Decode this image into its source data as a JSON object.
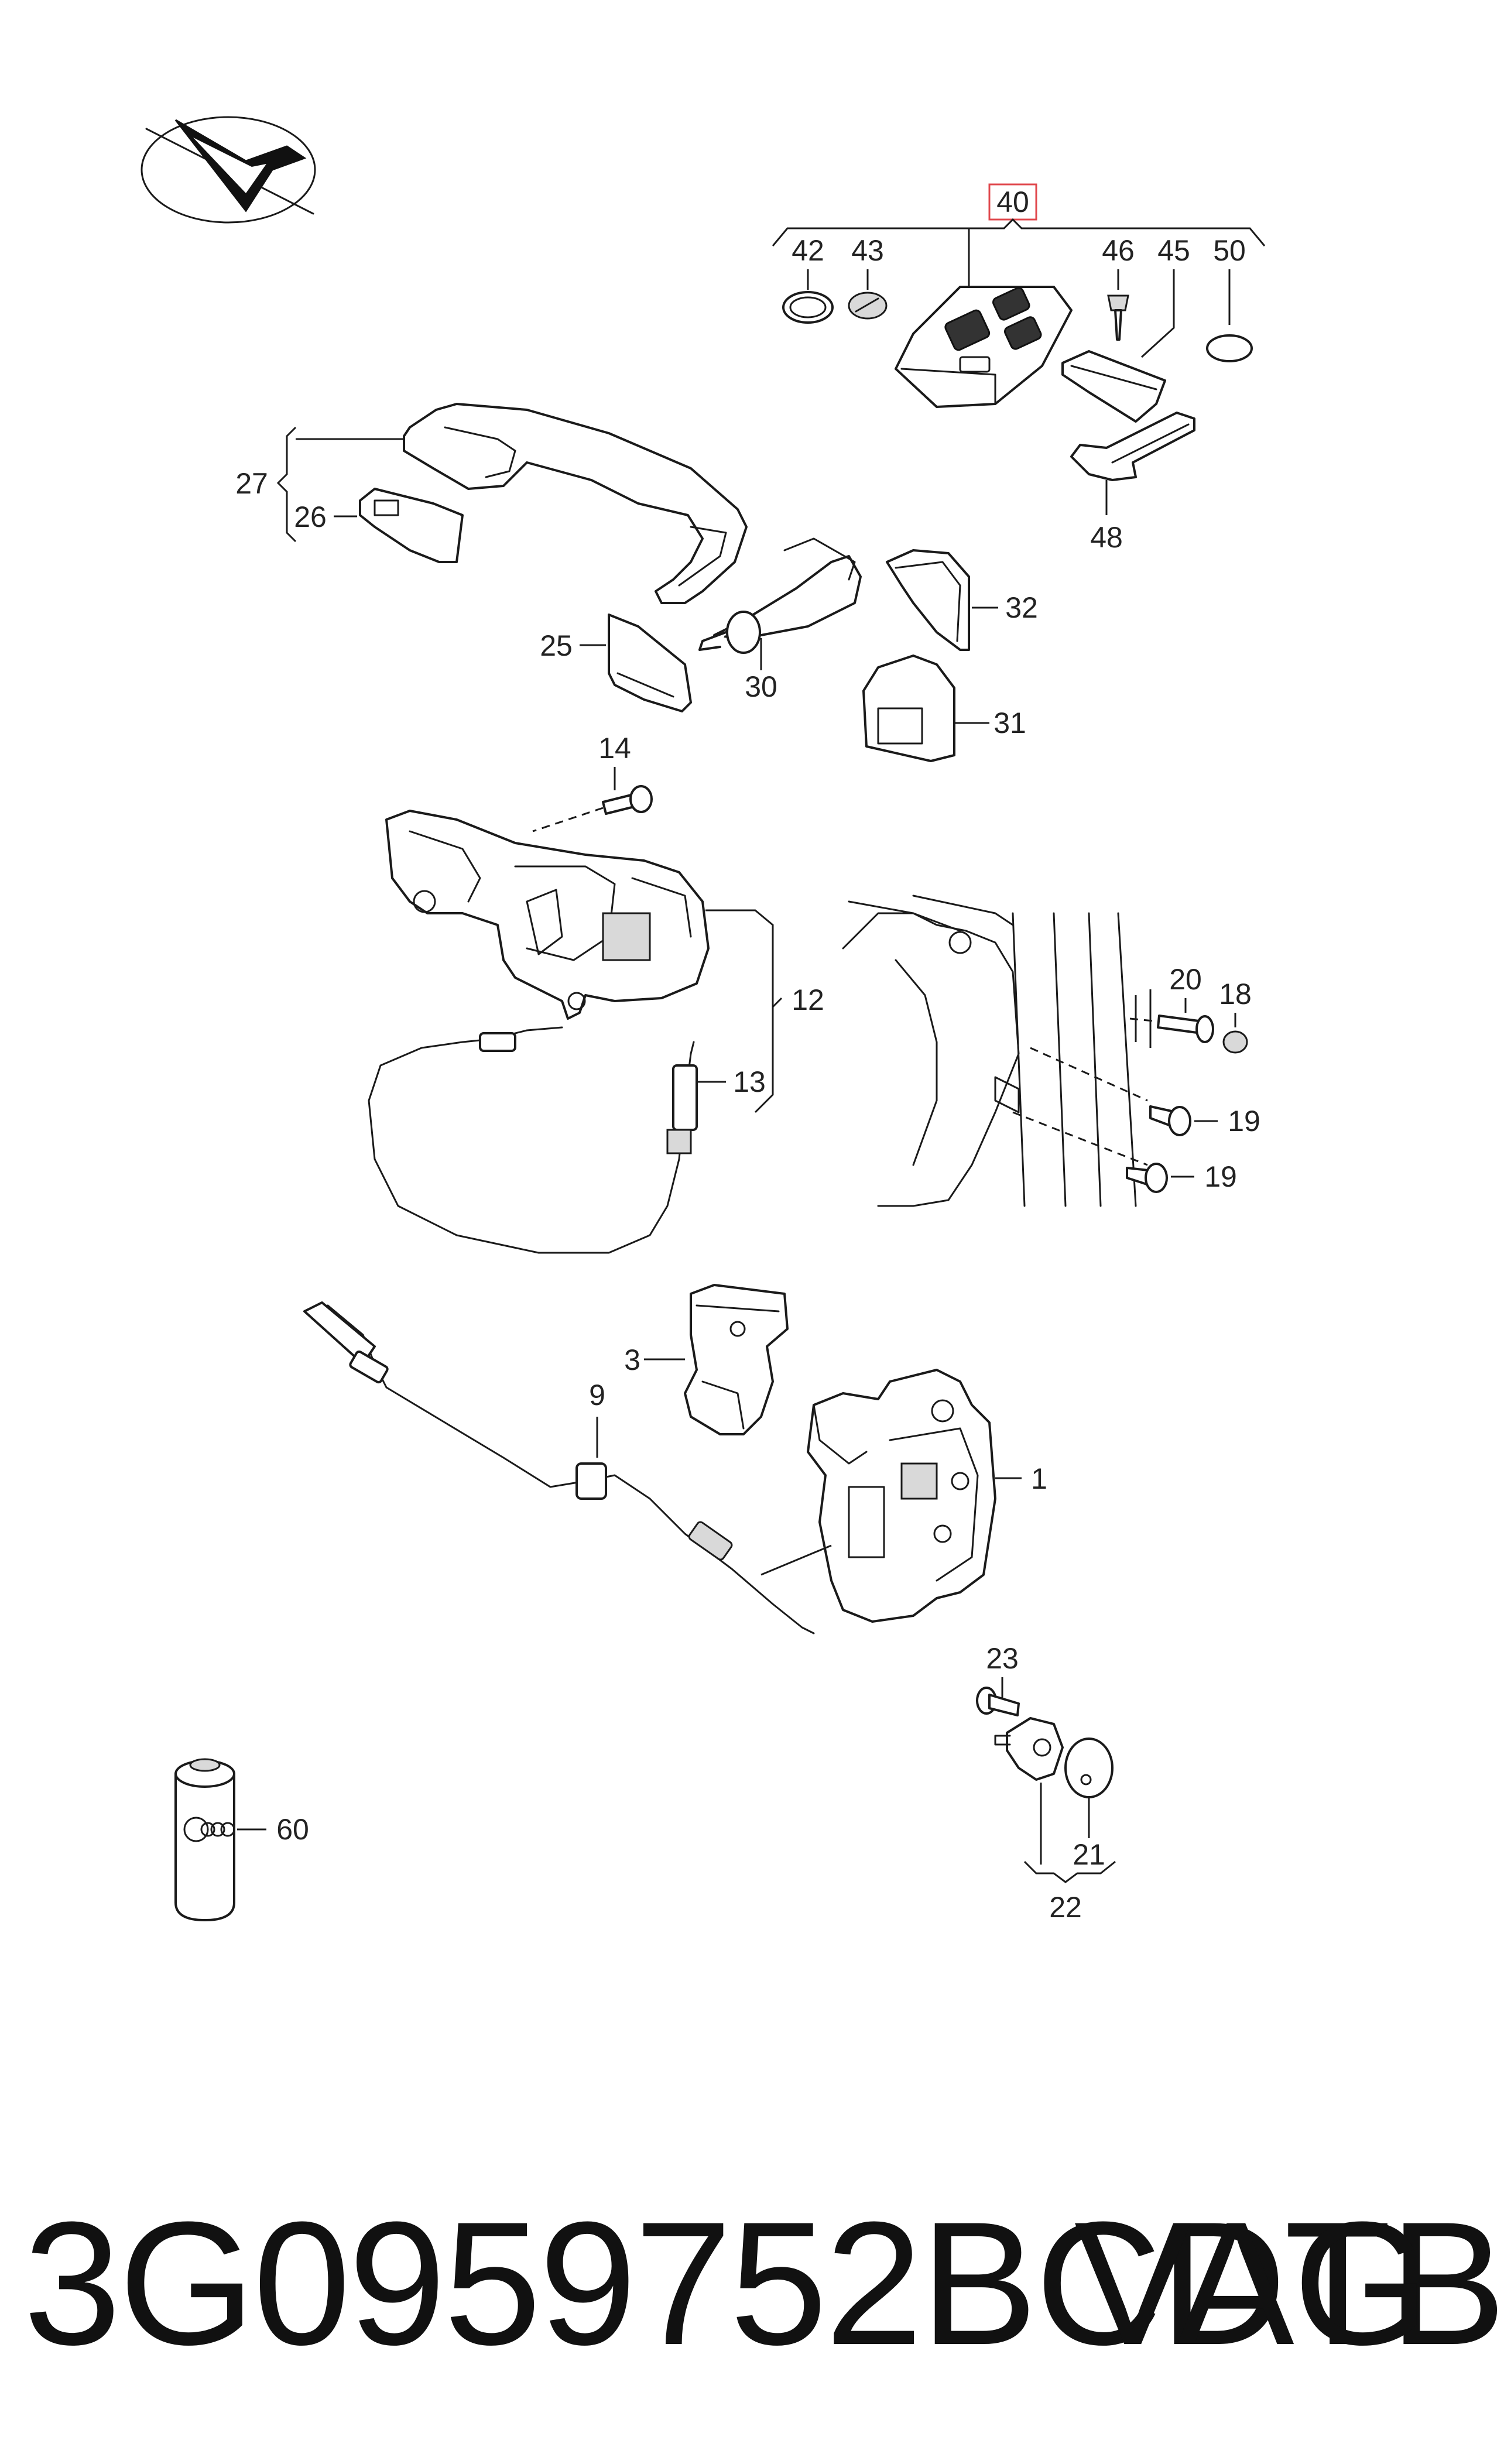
{
  "diagram": {
    "callouts": {
      "c1": "1",
      "c3": "3",
      "c9": "9",
      "c12": "12",
      "c13": "13",
      "c14": "14",
      "c18": "18",
      "c19a": "19",
      "c19b": "19",
      "c20": "20",
      "c21": "21",
      "c22": "22",
      "c23": "23",
      "c25": "25",
      "c26": "26",
      "c27": "27",
      "c30": "30",
      "c31": "31",
      "c32": "32",
      "c40": "40",
      "c42": "42",
      "c43": "43",
      "c45": "45",
      "c46": "46",
      "c48": "48",
      "c50": "50",
      "c60": "60"
    },
    "highlight_color": "#e0474c"
  },
  "footer": {
    "part_number": "3G0959752BCDTB",
    "maker": "VAG"
  }
}
